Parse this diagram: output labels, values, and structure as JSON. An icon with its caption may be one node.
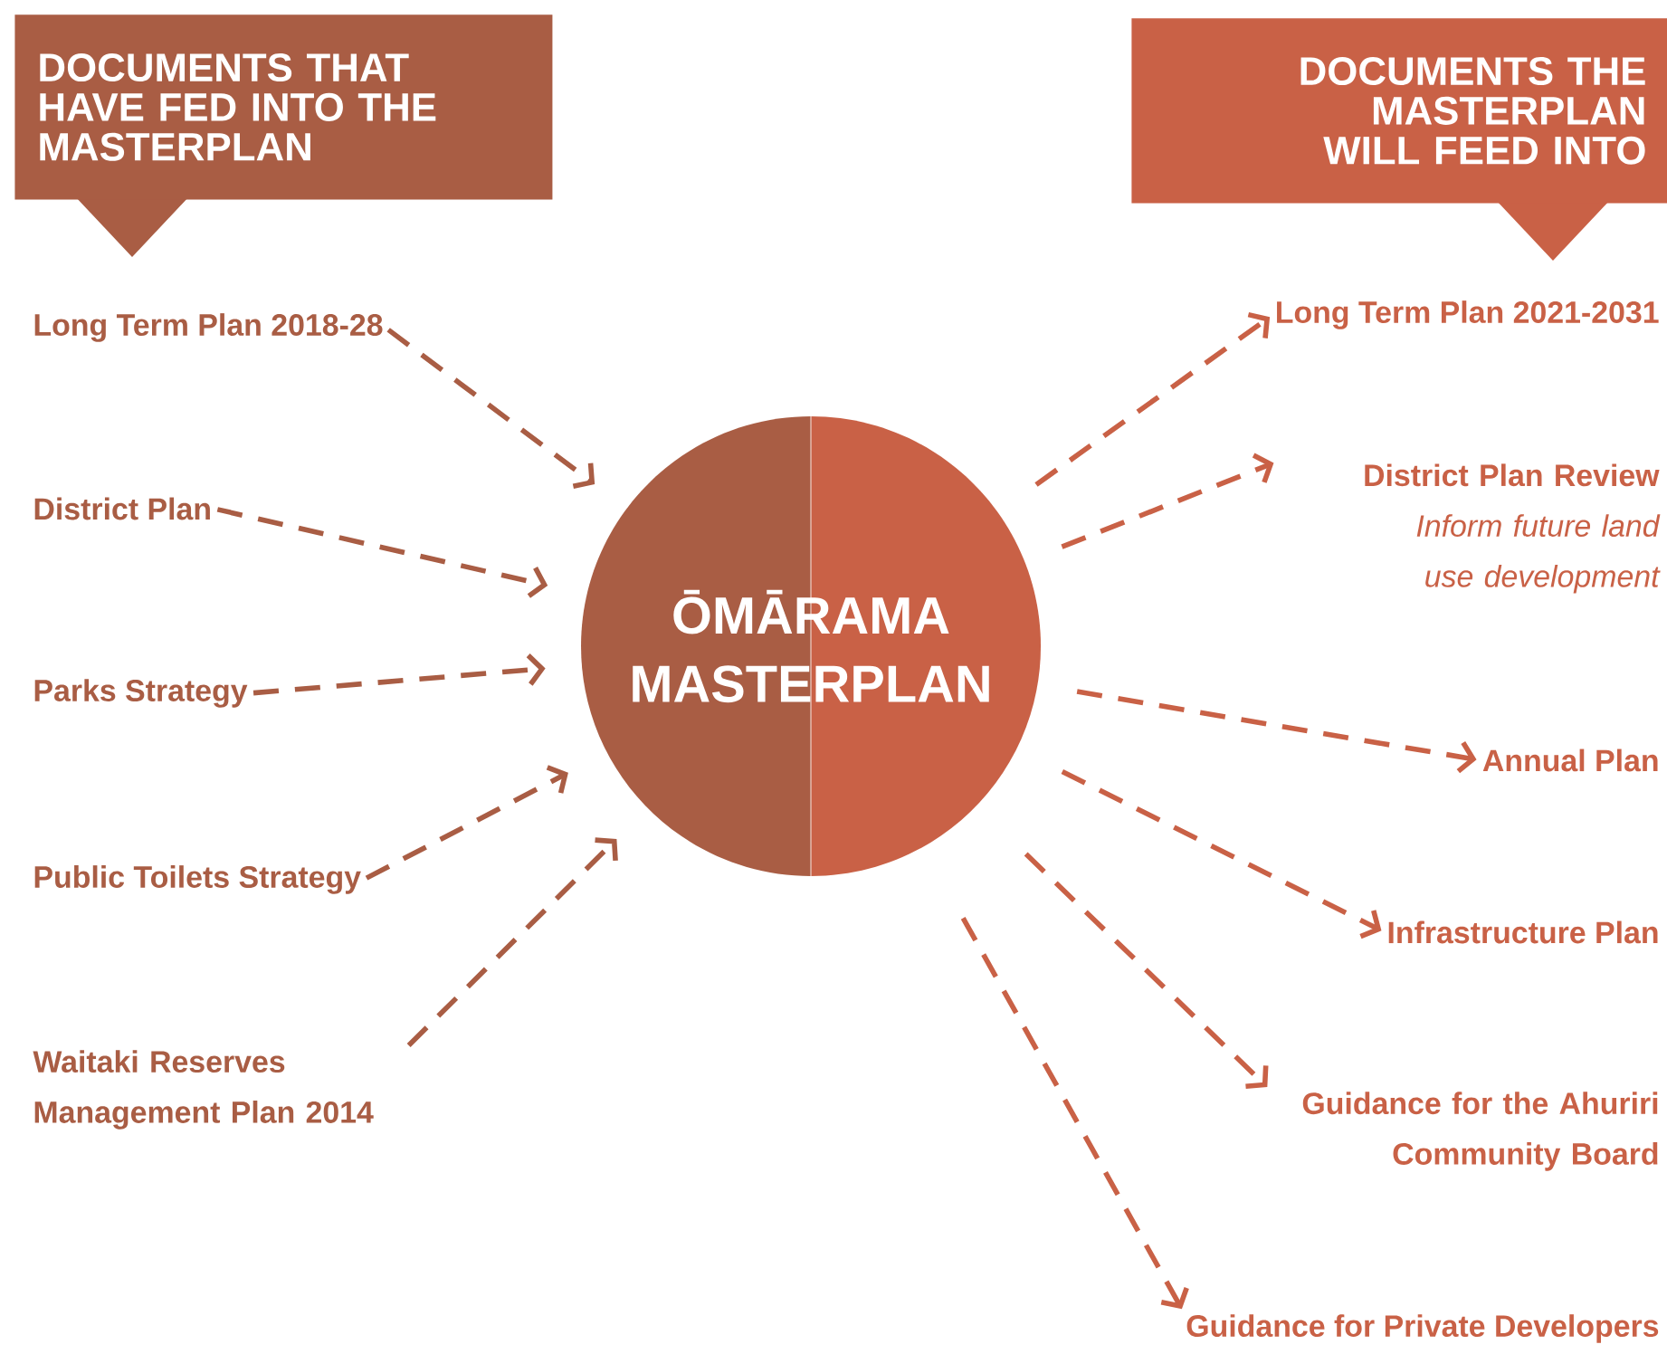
{
  "diagram": {
    "nodes": [
      {
        "text": [
          "DOCUMENTS THAT HAVE FED INTO THE MASTERPLAN"
        ]
      },
      {
        "text": [
          "DOCUMENTS THE MASTERPLAN WILL FEED INTO"
        ]
      },
      {
        "text": [
          "ŌMĀRAMA MASTERPLAN"
        ]
      },
      {
        "text": [
          "Long Term Plan 2018-28"
        ]
      },
      {
        "text": [
          "District Plan"
        ]
      },
      {
        "text": [
          "Parks Strategy"
        ]
      },
      {
        "text": [
          "Public Toilets Strategy"
        ]
      },
      {
        "text": [
          "Waitaki Reserves Management Plan 2014"
        ]
      },
      {
        "text": [
          "Long Term Plan 2021-2031"
        ]
      },
      {
        "text": [
          "District Plan Review",
          "Inform future land use development"
        ]
      },
      {
        "text": [
          "Annual Plan"
        ]
      },
      {
        "text": [
          "Infrastructure Plan"
        ]
      },
      {
        "text": [
          "Guidance for the Ahuriri Community Board"
        ]
      },
      {
        "text": [
          "Guidance for Private Developers"
        ]
      }
    ],
    "edges": [
      {
        "from": 3,
        "to": 2,
        "arrow": "to",
        "style": "dashed",
        "color": "#a95d44"
      },
      {
        "from": 4,
        "to": 2,
        "arrow": "to",
        "style": "dashed",
        "color": "#a95d44"
      },
      {
        "from": 5,
        "to": 2,
        "arrow": "to",
        "style": "dashed",
        "color": "#a95d44"
      },
      {
        "from": 6,
        "to": 2,
        "arrow": "to",
        "style": "dashed",
        "color": "#a95d44"
      },
      {
        "from": 7,
        "to": 2,
        "arrow": "to",
        "style": "dashed",
        "color": "#a95d44"
      },
      {
        "from": 2,
        "to": 8,
        "arrow": "to",
        "style": "dashed"
      },
      {
        "from": 2,
        "to": 9,
        "arrow": "to",
        "style": "dashed"
      },
      {
        "from": 2,
        "to": 10,
        "arrow": "to",
        "style": "dashed"
      },
      {
        "from": 2,
        "to": 11,
        "arrow": "to",
        "style": "dashed"
      },
      {
        "from": 2,
        "to": 12,
        "arrow": "to",
        "style": "dashed"
      },
      {
        "from": 2,
        "to": 13,
        "arrow": "to",
        "style": "dashed"
      }
    ]
  }
}
